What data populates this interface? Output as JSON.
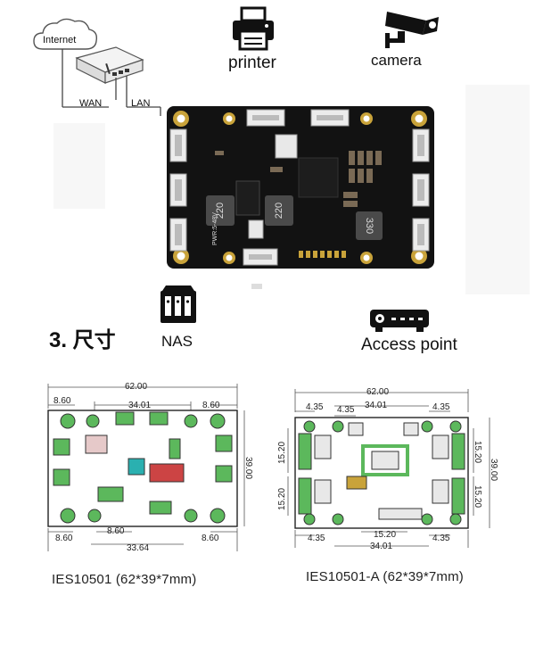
{
  "network": {
    "internet_label": "Internet",
    "wan_label": "WAN",
    "lan_label": "LAN"
  },
  "devices": {
    "printer_label": "printer",
    "camera_label": "camera",
    "nas_label": "NAS",
    "access_point_label": "Access point"
  },
  "board": {
    "silkscreen_text": "PWR:5-48V",
    "inductor_1": "220",
    "inductor_2": "220",
    "inductor_3": "330"
  },
  "section": {
    "title": "3. 尺寸"
  },
  "drawing_a": {
    "dim_width": "62.00",
    "dim_top_inner": "34.01",
    "dim_top_left": "8.60",
    "dim_top_right": "8.60",
    "dim_height": "39.00",
    "dim_bottom_left": "8.60",
    "dim_bottom_mid": "8.60",
    "dim_bottom_right": "8.60",
    "dim_bottom_inner": "33.64",
    "caption": "IES10501 (62*39*7mm)"
  },
  "drawing_b": {
    "dim_width": "62.00",
    "dim_top_inner": "34.01",
    "dim_top_left": "4.35",
    "dim_top_mid": "4.35",
    "dim_top_right": "4.35",
    "dim_height": "39.00",
    "dim_left_upper": "15.20",
    "dim_left_lower": "15.20",
    "dim_right_upper": "15.20",
    "dim_right_lower": "15.20",
    "dim_bottom_mid": "15.20",
    "dim_bottom_left": "4.35",
    "dim_bottom_right": "4.35",
    "dim_bottom_inner": "34.01",
    "caption": "IES10501-A (62*39*7mm)"
  },
  "colors": {
    "pcb_black": "#121212",
    "pcb_green": "#5cb85c",
    "connector_white": "#ececec",
    "gold": "#c9a33a"
  }
}
